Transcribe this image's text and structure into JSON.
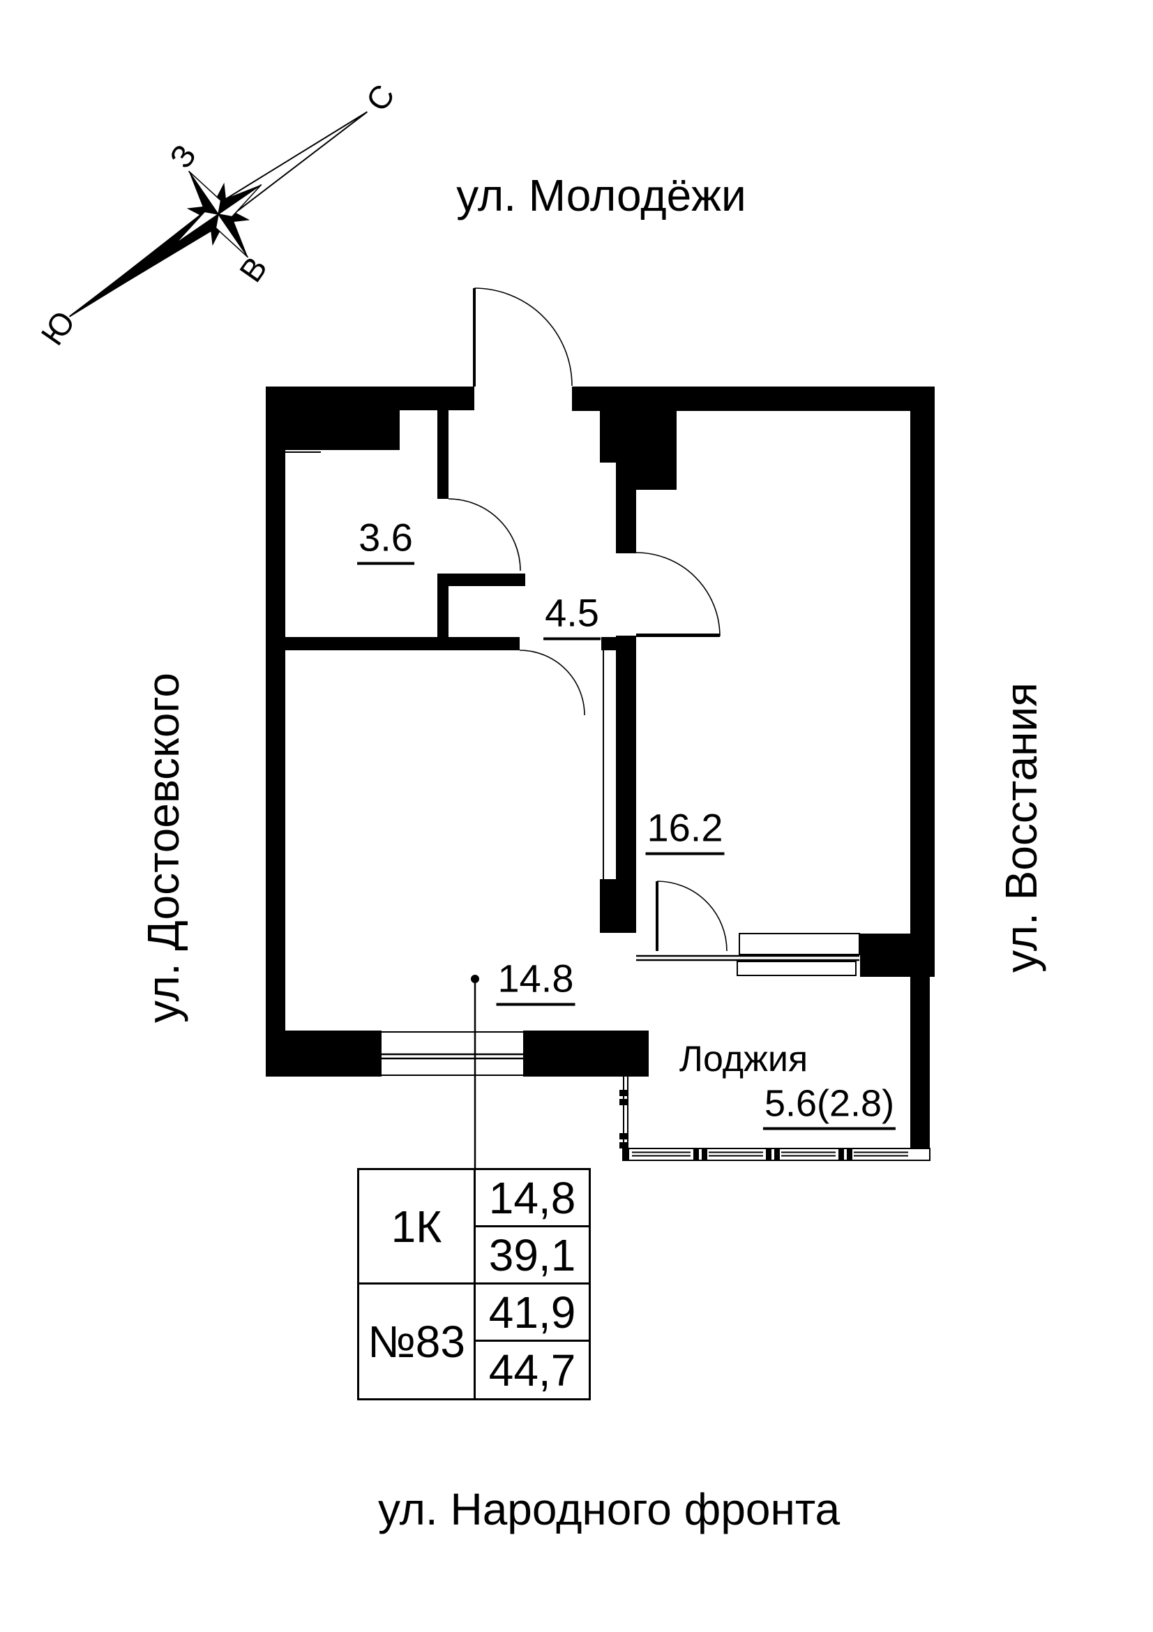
{
  "compass": {
    "north": "С",
    "south": "Ю",
    "west": "З",
    "east": "В"
  },
  "streets": {
    "top": "ул. Молодёжи",
    "left": "ул. Достоевского",
    "right": "ул. Восстания",
    "bottom": "ул. Народного фронта"
  },
  "rooms": {
    "bathroom_area": "3.6",
    "hall_area": "4.5",
    "main_room_area": "16.2",
    "living_room_area": "14.8",
    "loggia_name": "Лоджия",
    "loggia_area": "5.6(2.8)"
  },
  "info_table": {
    "apartment_type": "1К",
    "apartment_number": "№83",
    "values": [
      "14,8",
      "39,1",
      "41,9",
      "44,7"
    ]
  },
  "colors": {
    "ink": "#000000",
    "paper": "#ffffff"
  }
}
